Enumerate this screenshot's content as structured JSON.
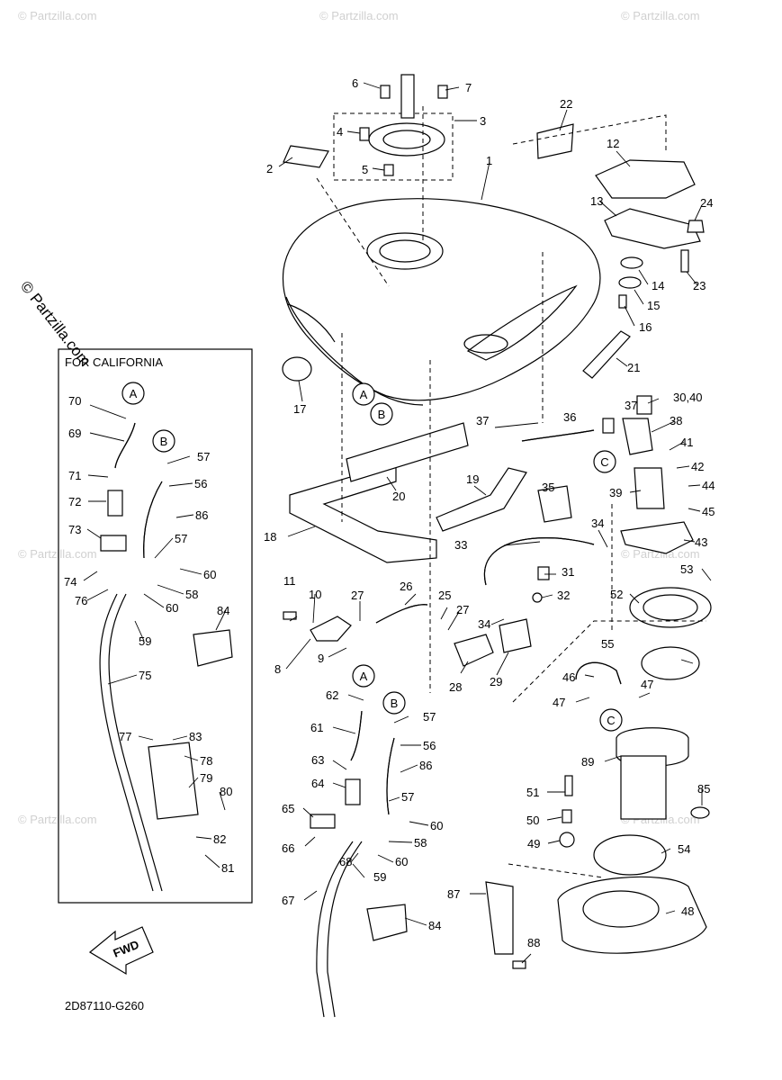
{
  "box_title": "FOR CALIFORNIA",
  "drawing_code": "2D87110-G260",
  "fwd_label": "FWD",
  "watermark": "© Partzilla.com",
  "side_watermark": "© Partzilla.com",
  "callouts": {
    "A": "A",
    "B": "B",
    "C": "C"
  },
  "part_numbers": {
    "p1": "1",
    "p2": "2",
    "p3": "3",
    "p4": "4",
    "p5": "5",
    "p6": "6",
    "p7": "7",
    "p8": "8",
    "p9": "9",
    "p10": "10",
    "p11": "11",
    "p12": "12",
    "p13": "13",
    "p14": "14",
    "p15": "15",
    "p16": "16",
    "p17": "17",
    "p18": "18",
    "p19": "19",
    "p20": "20",
    "p21": "21",
    "p22": "22",
    "p23": "23",
    "p24": "24",
    "p25": "25",
    "p26": "26",
    "p27": "27",
    "p28": "28",
    "p29": "29",
    "p30_40": "30,40",
    "p31": "31",
    "p32": "32",
    "p33": "33",
    "p34": "34",
    "p35": "35",
    "p36": "36",
    "p37": "37",
    "p38": "38",
    "p39": "39",
    "p41": "41",
    "p42": "42",
    "p43": "43",
    "p44": "44",
    "p45": "45",
    "p46": "46",
    "p47": "47",
    "p48": "48",
    "p49": "49",
    "p50": "50",
    "p51": "51",
    "p52": "52",
    "p53": "53",
    "p54": "54",
    "p55": "55",
    "p56": "56",
    "p57": "57",
    "p58": "58",
    "p59": "59",
    "p60": "60",
    "p61": "61",
    "p62": "62",
    "p63": "63",
    "p64": "64",
    "p65": "65",
    "p66": "66",
    "p67": "67",
    "p68": "68",
    "p69": "69",
    "p70": "70",
    "p71": "71",
    "p72": "72",
    "p73": "73",
    "p74": "74",
    "p75": "75",
    "p76": "76",
    "p77": "77",
    "p78": "78",
    "p79": "79",
    "p80": "80",
    "p81": "81",
    "p82": "82",
    "p83": "83",
    "p84": "84",
    "p85": "85",
    "p86": "86",
    "p87": "87",
    "p88": "88",
    "p89": "89"
  }
}
